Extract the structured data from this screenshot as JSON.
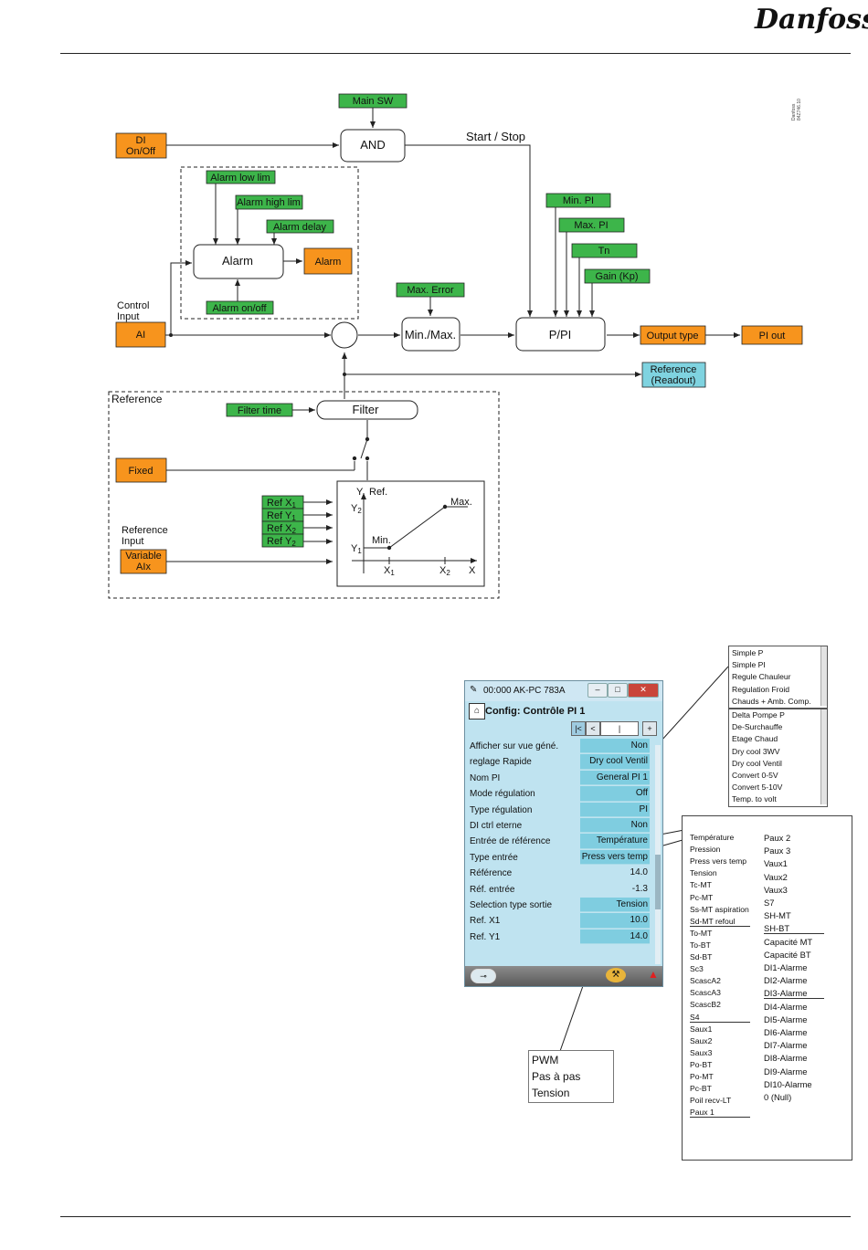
{
  "brand": "Danfoss",
  "doc_code": "Danfoss\n84Z746.10",
  "diagram": {
    "main_sw": "Main SW",
    "di_on_off": "DI\nOn/Off",
    "and": "AND",
    "start_stop": "Start / Stop",
    "alarm_low_lim": "Alarm low lim",
    "alarm_high_lim": "Alarm high lim",
    "alarm_delay": "Alarm delay",
    "alarm_block": "Alarm",
    "alarm_out": "Alarm",
    "alarm_on_off": "Alarm on/off",
    "control_input": "Control\nInput",
    "ai": "AI",
    "max_error": "Max. Error",
    "min_max": "Min./Max.",
    "min_pi": "Min. PI",
    "max_pi": "Max. PI",
    "tn": "Tn",
    "gain": "Gain (Kp)",
    "p_pi": "P/PI",
    "output_type": "Output type",
    "pi_out": "PI out",
    "reference_readout": "Reference\n(Readout)",
    "reference_group": "Reference",
    "filter_time": "Filter time",
    "filter": "Filter",
    "fixed": "Fixed",
    "ref_x1": "Ref X1",
    "ref_y1": "Ref Y1",
    "ref_x2": "Ref X2",
    "ref_y2": "Ref Y2",
    "reference_input": "Reference\nInput",
    "variable_aix": "Variable\nAIx",
    "graph_y": "Y",
    "graph_ref": "Ref.",
    "graph_y2": "Y2",
    "graph_y1": "Y1",
    "graph_min": "Min.",
    "graph_max": "Max.",
    "graph_x1": "X1",
    "graph_x2": "X2",
    "graph_x": "X",
    "colors": {
      "green": "#3db54a",
      "orange": "#f7941d",
      "cyan": "#7fd3e0"
    }
  },
  "device": {
    "title": "00:000 AK-PC 783A",
    "config_title": "Config: Contrôle PI 1",
    "rows": [
      {
        "label": "Afficher sur vue géné.",
        "value": "Non"
      },
      {
        "label": "reglage Rapide",
        "value": "Dry cool Ventil"
      },
      {
        "label": "Nom PI",
        "value": "General PI 1"
      },
      {
        "label": "Mode régulation",
        "value": "Off"
      },
      {
        "label": "Type régulation",
        "value": "PI"
      },
      {
        "label": "DI ctrl eterne",
        "value": "Non"
      },
      {
        "label": "Entrée de référence",
        "value": "Température"
      },
      {
        "label": "Type entrée",
        "value": "Press vers temp"
      },
      {
        "label": "Référence",
        "value": "14.0"
      },
      {
        "label": "Réf. entrée",
        "value": "-1.3"
      },
      {
        "label": "Selection type sortie",
        "value": "Tension"
      },
      {
        "label": "Ref. X1",
        "value": "10.0"
      },
      {
        "label": "Ref. Y1",
        "value": "14.0"
      }
    ]
  },
  "dropdown_quick": {
    "group1": [
      "Simple P",
      "Simple PI",
      "Regule Chauleur",
      "Regulation Froid",
      "Chauds + Amb. Comp."
    ],
    "group2": [
      "Delta Pompe P",
      "De-Surchauffe",
      "Etage Chaud",
      "Dry cool 3WV",
      "Dry cool Ventil",
      "Convert 0-5V",
      "Convert 5-10V",
      "Temp. to volt"
    ]
  },
  "dropdown_output": [
    "PWM",
    "Pas à pas",
    "Tension"
  ],
  "dropdown_ref_input": {
    "col1": [
      "Température",
      "Pression",
      "Press vers temp",
      "Tension",
      "Tc-MT",
      "Pc-MT",
      "Ss-MT aspiration",
      "Sd-MT refoul",
      "To-MT",
      "To-BT",
      "Sd-BT",
      "Sc3",
      "ScascA2",
      "ScascA3",
      "ScascB2",
      "S4",
      "Saux1",
      "Saux2",
      "Saux3",
      "Po-BT",
      "Po-MT",
      "Pc-BT",
      "Poil recv-LT",
      "Paux 1"
    ],
    "col2": [
      "Paux 2",
      "Paux 3",
      "Vaux1",
      "Vaux2",
      "Vaux3",
      "S7",
      "SH-MT",
      "SH-BT",
      "Capacité MT",
      "Capacité BT",
      "DI1-Alarme",
      "DI2-Alarme",
      "DI3-Alarme",
      "DI4-Alarme",
      "DI5-Alarme",
      "DI6-Alarme",
      "DI7-Alarme",
      "DI8-Alarme",
      "DI9-Alarme",
      "DI10-Alarme",
      "0 (Null)"
    ]
  }
}
